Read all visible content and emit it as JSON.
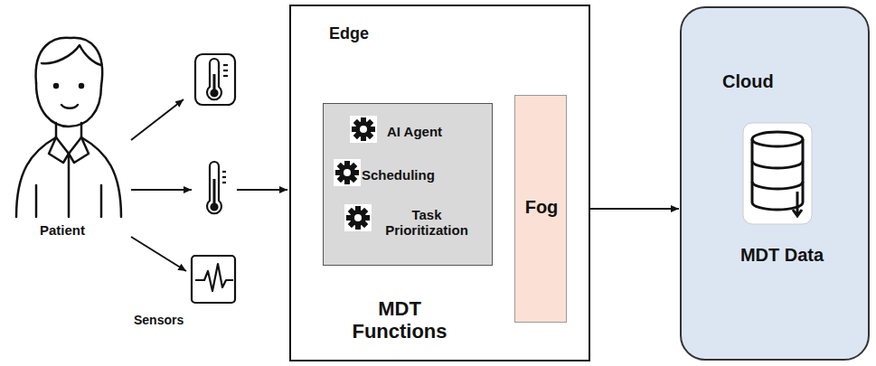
{
  "diagram": {
    "nodes": [
      {
        "text": [
          "Edge",
          "MDT Functions"
        ]
      },
      {
        "text": [
          "AI Agent",
          "Scheduling",
          "Task Prioritization"
        ],
        "in": 0
      },
      {
        "text": [
          "Fog"
        ],
        "in": 0
      },
      {
        "text": [
          "Cloud",
          "MDT Data"
        ]
      }
    ],
    "edges": [
      {
        "from": 1,
        "to": 2,
        "arrow": "to"
      },
      {
        "from": 2,
        "to": 3,
        "arrow": "to"
      }
    ],
    "labels": [
      "Patient",
      "Sensors"
    ]
  }
}
